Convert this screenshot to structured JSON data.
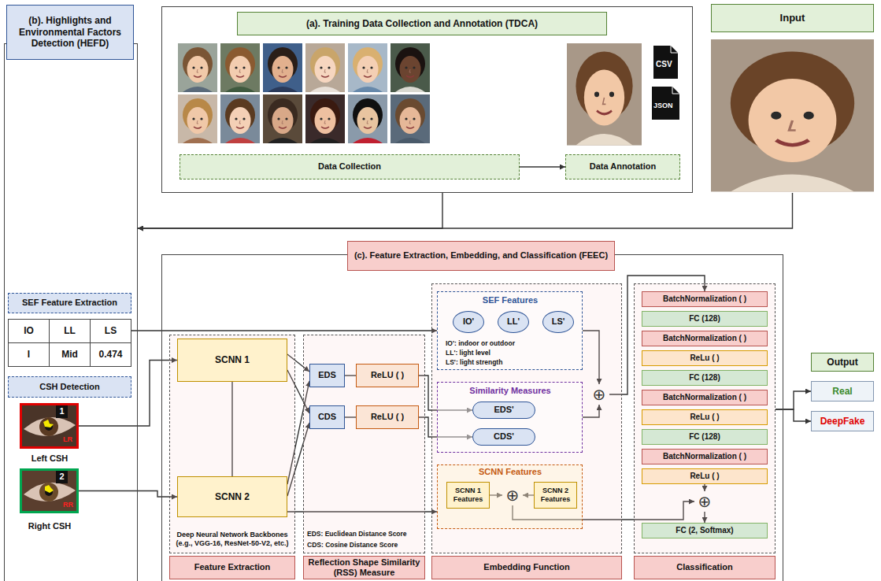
{
  "diagram": {
    "nodes": [
      {
        "text": [
          "(a). Training Data Collection and Annotation (TDCA)"
        ]
      },
      {
        "text": [
          "Data Collection"
        ],
        "in": 0
      },
      {
        "text": [
          "Data Annotation"
        ],
        "in": 0
      },
      {
        "text": [
          "Input"
        ]
      },
      {
        "text": [
          "(b). Highlights and Environmental Factors Detection (HEFD)"
        ]
      },
      {
        "text": [
          "SEF Feature Extraction"
        ],
        "in": 4
      },
      {
        "text": [
          "IO",
          "LL",
          "LS",
          "I",
          "Mid",
          "0.474"
        ],
        "in": 4
      },
      {
        "text": [
          "CSH Detection"
        ],
        "in": 4
      },
      {
        "text": [
          "Left CSH"
        ],
        "in": 4
      },
      {
        "text": [
          "Right CSH"
        ],
        "in": 4
      },
      {
        "text": [
          "(c). Feature Extraction, Embedding, and Classification (FEEC)"
        ]
      },
      {
        "text": [
          "Deep Neural Network Backbones (e.g., VGG-16, ResNet-50-V2, etc.)",
          "Feature Extraction"
        ],
        "in": 10
      },
      {
        "text": [
          "SCNN 1"
        ],
        "in": 11
      },
      {
        "text": [
          "SCNN 2"
        ],
        "in": 11
      },
      {
        "text": [
          "EDS: Euclidean Distance Score",
          "CDS: Cosine Distance Score",
          "Reflection Shape Similarity (RSS) Measure"
        ],
        "in": 10
      },
      {
        "text": [
          "EDS"
        ],
        "in": 14
      },
      {
        "text": [
          "ReLU ( )"
        ],
        "in": 14
      },
      {
        "text": [
          "CDS"
        ],
        "in": 14
      },
      {
        "text": [
          "ReLU ( )"
        ],
        "in": 14
      },
      {
        "text": [
          "Embedding Function"
        ],
        "in": 10
      },
      {
        "text": [
          "SEF Features",
          "IO': indoor or outdoor",
          "LL': light level",
          "LS': light strength"
        ],
        "in": 19
      },
      {
        "text": [
          "IO'"
        ],
        "in": 20
      },
      {
        "text": [
          "LL'"
        ],
        "in": 20
      },
      {
        "text": [
          "LS'"
        ],
        "in": 20
      },
      {
        "text": [
          "Similarity Measures"
        ],
        "in": 19
      },
      {
        "text": [
          "EDS'"
        ],
        "in": 24
      },
      {
        "text": [
          "CDS'"
        ],
        "in": 24
      },
      {
        "text": [
          "SCNN Features"
        ],
        "in": 19
      },
      {
        "text": [
          "SCNN 1 Features"
        ],
        "in": 27
      },
      {
        "text": [
          "⊕"
        ],
        "in": 27
      },
      {
        "text": [
          "SCNN 2 Features"
        ],
        "in": 27
      },
      {
        "text": [
          "⊕"
        ],
        "in": 19
      },
      {
        "text": [
          "Classification"
        ],
        "in": 10
      },
      {
        "text": [
          "BatchNormalization ( )"
        ],
        "in": 32
      },
      {
        "text": [
          "FC (128)"
        ],
        "in": 32
      },
      {
        "text": [
          "BatchNormalization ( )"
        ],
        "in": 32
      },
      {
        "text": [
          "ReLu ( )"
        ],
        "in": 32
      },
      {
        "text": [
          "FC (128)"
        ],
        "in": 32
      },
      {
        "text": [
          "BatchNormalization ( )"
        ],
        "in": 32
      },
      {
        "text": [
          "ReLu ( )"
        ],
        "in": 32
      },
      {
        "text": [
          "FC (128)"
        ],
        "in": 32
      },
      {
        "text": [
          "BatchNormalization ( )"
        ],
        "in": 32
      },
      {
        "text": [
          "ReLu ( )"
        ],
        "in": 32
      },
      {
        "text": [
          "⊕"
        ],
        "in": 32
      },
      {
        "text": [
          "FC (2, Softmax)"
        ],
        "in": 32
      },
      {
        "text": [
          "Output"
        ]
      },
      {
        "text": [
          "Real"
        ]
      },
      {
        "text": [
          "DeepFake"
        ]
      }
    ],
    "edges": [
      {
        "from": 1,
        "to": 2,
        "arrow": "to"
      },
      {
        "from": 0,
        "to": 4,
        "arrow": "to"
      },
      {
        "from": 3,
        "to": 4,
        "arrow": "to"
      },
      {
        "from": 6,
        "to": 20,
        "arrow": "to"
      },
      {
        "from": 8,
        "to": 12,
        "arrow": "to"
      },
      {
        "from": 9,
        "to": 13,
        "arrow": "to"
      },
      {
        "from": 12,
        "to": 15,
        "arrow": "to"
      },
      {
        "from": 12,
        "to": 17,
        "arrow": "to"
      },
      {
        "from": 13,
        "to": 15,
        "arrow": "to"
      },
      {
        "from": 13,
        "to": 17,
        "arrow": "to"
      },
      {
        "from": 12,
        "to": 13,
        "arrow": "none"
      },
      {
        "from": 15,
        "to": 16,
        "arrow": "none"
      },
      {
        "from": 17,
        "to": 18,
        "arrow": "none"
      },
      {
        "from": 16,
        "to": 25,
        "arrow": "to"
      },
      {
        "from": 18,
        "to": 26,
        "arrow": "to"
      },
      {
        "from": 13,
        "to": 27,
        "arrow": "to"
      },
      {
        "from": 28,
        "to": 29,
        "arrow": "to"
      },
      {
        "from": 30,
        "to": 29,
        "arrow": "to"
      },
      {
        "from": 29,
        "to": 43,
        "arrow": "to"
      },
      {
        "from": 20,
        "to": 31,
        "arrow": "to"
      },
      {
        "from": 24,
        "to": 31,
        "arrow": "to"
      },
      {
        "from": 31,
        "to": 33,
        "arrow": "to"
      },
      {
        "from": 42,
        "to": 43,
        "arrow": "to"
      },
      {
        "from": 43,
        "to": 44,
        "arrow": "to"
      },
      {
        "from": 32,
        "to": 46,
        "arrow": "to"
      },
      {
        "from": 32,
        "to": 47,
        "arrow": "to"
      }
    ],
    "labels": [
      "1",
      "LR",
      "2",
      "RR",
      "CSV",
      "JSON"
    ]
  }
}
